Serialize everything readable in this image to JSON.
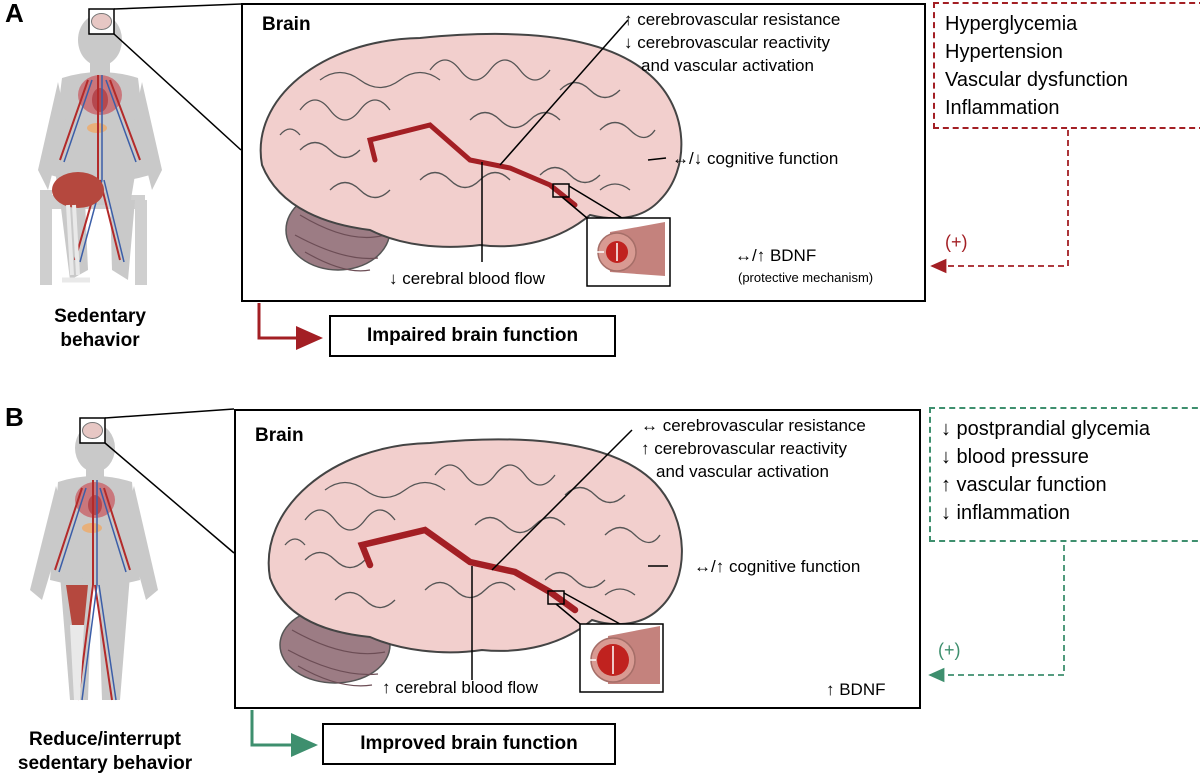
{
  "panel_a": {
    "letter": "A",
    "subject_label": "Sedentary behavior",
    "brain_label": "Brain",
    "annotations": {
      "resistance": "↑ cerebrovascular resistance",
      "reactivity_1": "↓ cerebrovascular reactivity",
      "reactivity_2": "and vascular activation",
      "cognitive": "↔/↓ cognitive function",
      "bdnf": "↔/↑ BDNF",
      "bdnf_note": "(protective mechanism)",
      "blood_flow": "↓ cerebral blood flow"
    },
    "factors": [
      "Hyperglycemia",
      "Hypertension",
      "Vascular dysfunction",
      "Inflammation"
    ],
    "feedback": "(+)",
    "outcome": "Impaired brain function",
    "color": "#a31f24"
  },
  "panel_b": {
    "letter": "B",
    "subject_label": "Reduce/interrupt sedentary behavior",
    "brain_label": "Brain",
    "annotations": {
      "resistance": "↔ cerebrovascular resistance",
      "reactivity_1": "↑ cerebrovascular reactivity",
      "reactivity_2": "and vascular activation",
      "cognitive": "↔/↑ cognitive function",
      "bdnf": "↑ BDNF",
      "blood_flow": "↑ cerebral blood flow"
    },
    "factors": [
      "↓ postprandial glycemia",
      "↓ blood pressure",
      "↑ vascular function",
      "↓ inflammation"
    ],
    "feedback": "(+)",
    "outcome": "Improved brain function",
    "color": "#3e8f6e"
  },
  "icons": [
    "seated-figure-icon",
    "standing-figure-icon",
    "brain-icon",
    "cerebellum-icon",
    "blood-vessel-icon",
    "arrow-icon"
  ]
}
